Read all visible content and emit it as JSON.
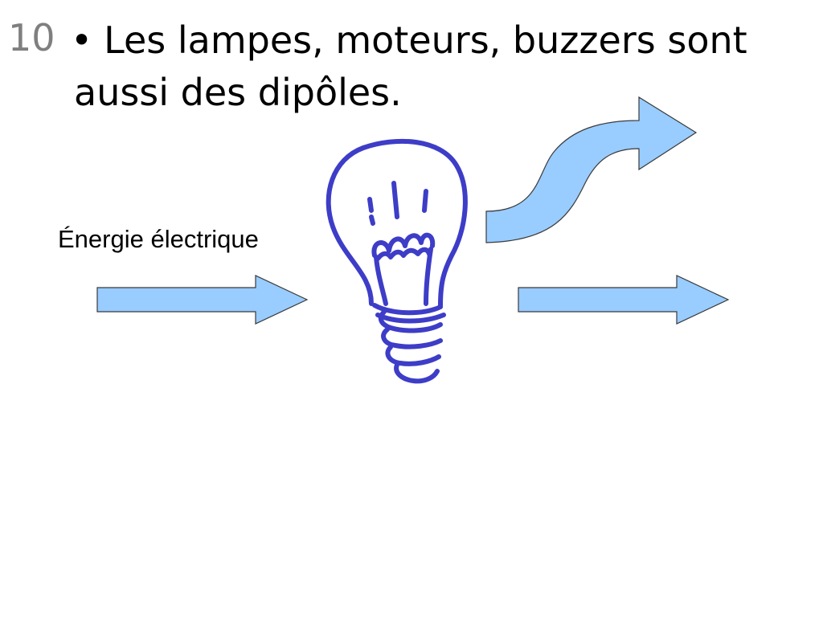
{
  "slide": {
    "number": "10",
    "bullet": {
      "glyph": "•",
      "line1": "Les lampes, moteurs, buzzers sont",
      "line2": "aussi des dipôles."
    }
  },
  "diagram": {
    "input_label": "Énergie électrique",
    "colors": {
      "arrow_fill": "#99ccff",
      "arrow_stroke": "#3a3a3a",
      "bulb_stroke": "#3d3dc8"
    },
    "icons": [
      "input-arrow",
      "lightbulb-icon",
      "curved-output-arrow",
      "straight-output-arrow"
    ]
  }
}
